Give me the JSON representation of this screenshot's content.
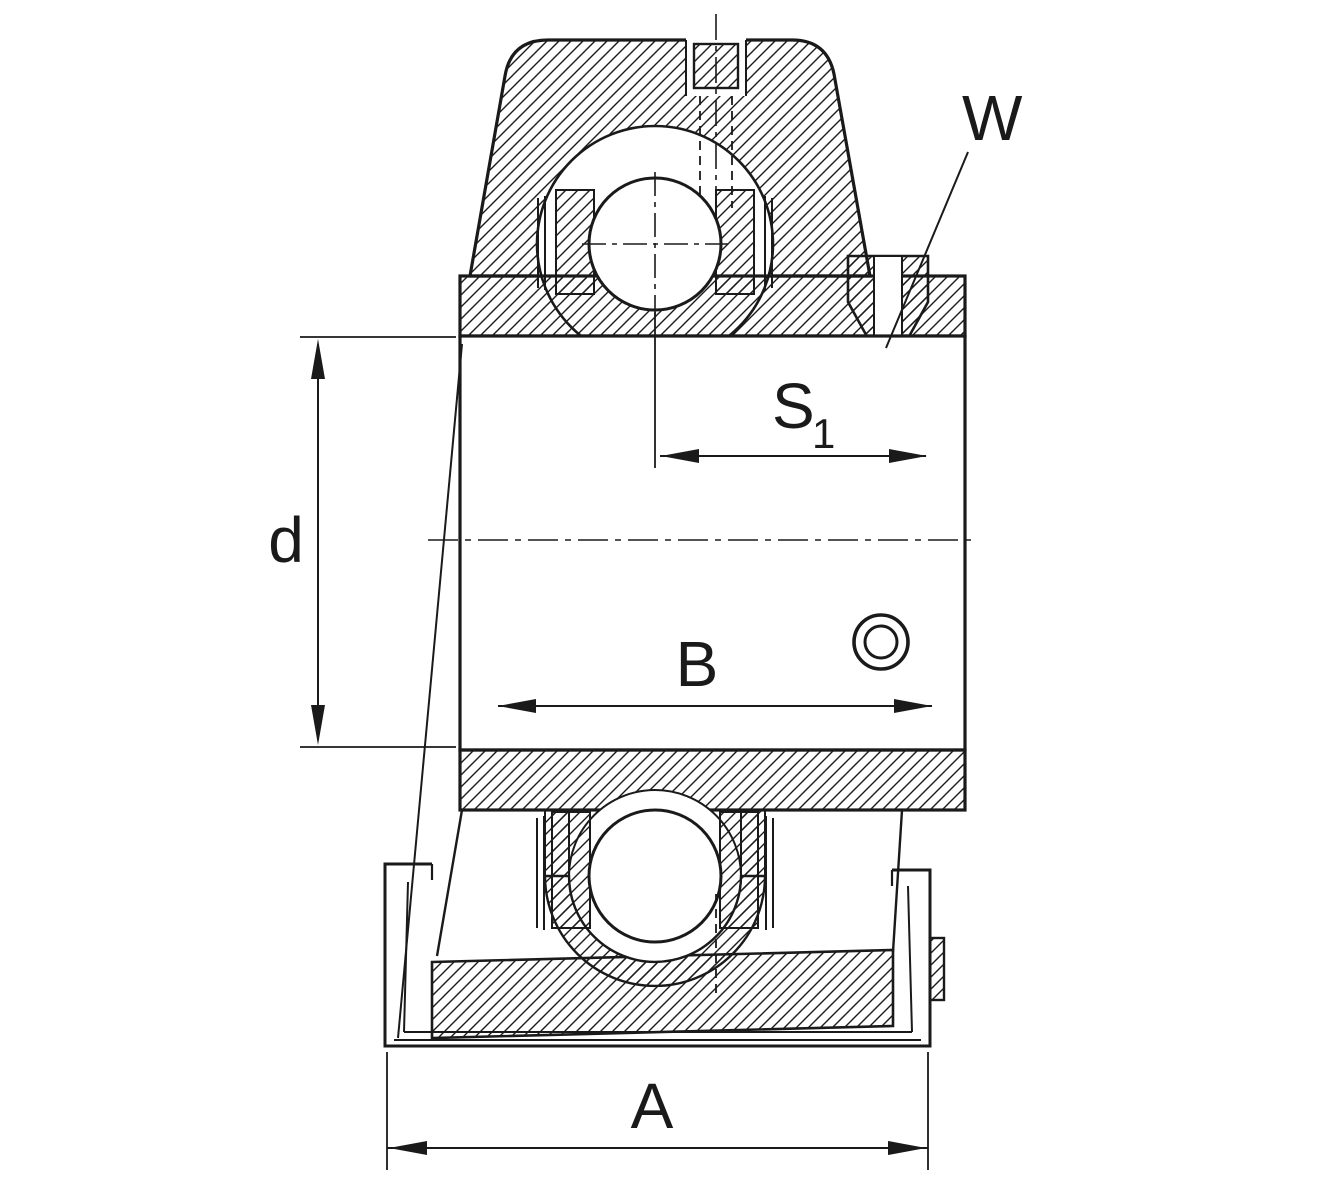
{
  "dims": {
    "w": "W",
    "s_base": "S",
    "s_sub": "1",
    "d": "d",
    "b": "B",
    "a": "A"
  },
  "colors": {
    "ink": "#1a1a1a",
    "paper": "#ffffff"
  }
}
